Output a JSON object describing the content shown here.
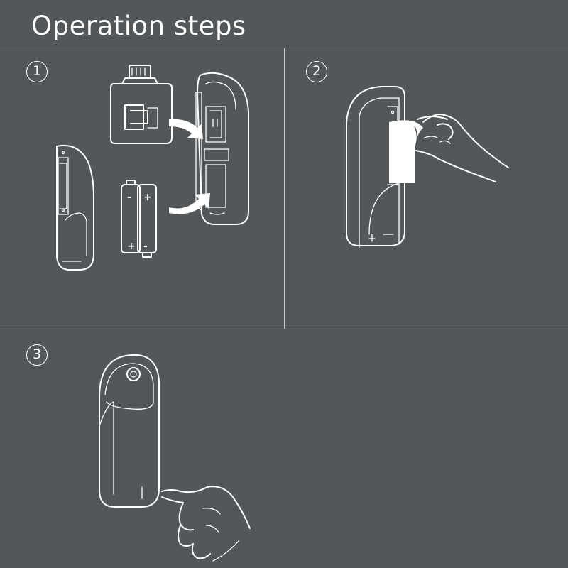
{
  "header": {
    "title": "Operation steps"
  },
  "steps": [
    {
      "number": "1",
      "battery_signs": [
        "-",
        "+",
        "+",
        "-"
      ]
    },
    {
      "number": "2"
    },
    {
      "number": "3"
    }
  ],
  "colors": {
    "background": "#53575a",
    "line_art": "#ffffff",
    "divider": "#c9cbcc"
  }
}
